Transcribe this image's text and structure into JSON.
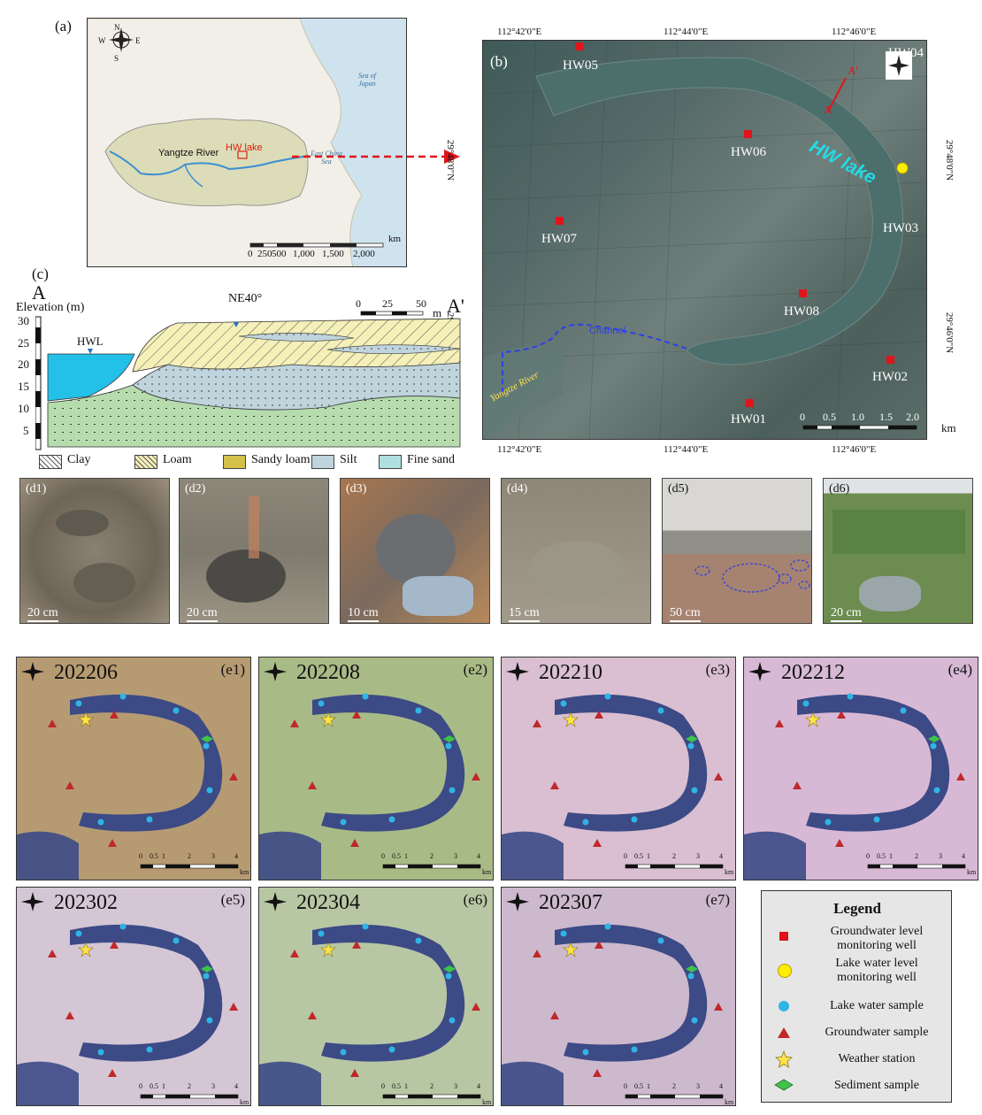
{
  "panel_a": {
    "label": "(a)",
    "river_label": "Yangtze River",
    "lake_label": "HW lake",
    "sea1": "Sea of Japan",
    "sea2": "East China Sea",
    "scale_unit": "km",
    "scale_ticks": [
      "0",
      "250",
      "500",
      "1,000",
      "1,500",
      "2,000"
    ],
    "compass": {
      "n": "N",
      "s": "S",
      "e": "E",
      "w": "W"
    }
  },
  "panel_b": {
    "label": "(b)",
    "lake_label": "HW lake",
    "channel_label": "Channel",
    "river_label": "Yangtze River",
    "section_label": "A",
    "section_label2": "A'",
    "top_ticks": [
      "112°42'0\"E",
      "112°44'0\"E",
      "112°46'0\"E"
    ],
    "bottom_ticks": [
      "112°42'0\"E",
      "112°44'0\"E",
      "112°46'0\"E"
    ],
    "left_ticks": [
      "29°48'0\"N",
      "29°46'0\"N"
    ],
    "right_ticks": [
      "29°48'0\"N",
      "29°46'0\"N"
    ],
    "wells": [
      "HW01",
      "HW02",
      "HW03",
      "HW04",
      "HW05",
      "HW06",
      "HW07",
      "HW08"
    ],
    "scale_ticks": [
      "0",
      "0.5",
      "1.0",
      "1.5",
      "2.0"
    ],
    "scale_unit": "km"
  },
  "panel_c": {
    "label": "(c)",
    "left_end": "A",
    "right_end": "A'",
    "y_title": "Elevation (m)",
    "y_ticks": [
      "30",
      "25",
      "20",
      "15",
      "10",
      "5"
    ],
    "water_label": "HWL",
    "direction": "NE40°",
    "scale_ticks": [
      "0",
      "25",
      "50"
    ],
    "scale_unit": "m",
    "legend": [
      "Clay",
      "Loam",
      "Sandy loam",
      "Silt",
      "Fine sand"
    ]
  },
  "photos": [
    {
      "label": "(d1)",
      "scale": "20 cm"
    },
    {
      "label": "(d2)",
      "scale": "20 cm"
    },
    {
      "label": "(d3)",
      "scale": "10 cm"
    },
    {
      "label": "(d4)",
      "scale": "15 cm"
    },
    {
      "label": "(d5)",
      "scale": "50 cm"
    },
    {
      "label": "(d6)",
      "scale": "20 cm"
    }
  ],
  "emaps": [
    {
      "date": "202206",
      "label": "(e1)"
    },
    {
      "date": "202208",
      "label": "(e2)"
    },
    {
      "date": "202210",
      "label": "(e3)"
    },
    {
      "date": "202212",
      "label": "(e4)"
    },
    {
      "date": "202302",
      "label": "(e5)"
    },
    {
      "date": "202304",
      "label": "(e6)"
    },
    {
      "date": "202307",
      "label": "(e7)"
    }
  ],
  "emap_scale": {
    "ticks": [
      "0",
      "0.5",
      "1",
      "2",
      "3",
      "4"
    ],
    "unit": "km"
  },
  "legend": {
    "title": "Legend",
    "items": [
      "Groundwater level monitoring well",
      "Lake water level monitoring well",
      "Lake water sample",
      "Groundwater sample",
      "Weather station",
      "Sediment sample"
    ]
  },
  "colors": {
    "well": "#e0141a",
    "lake_well": "#ffee00",
    "lake_sample": "#2fb4e6",
    "gw_sample": "#c0282a",
    "weather": "#ffe24a",
    "sediment": "#3fc24a",
    "water": "#23c0e8",
    "lake_label": "#25d9e6"
  }
}
